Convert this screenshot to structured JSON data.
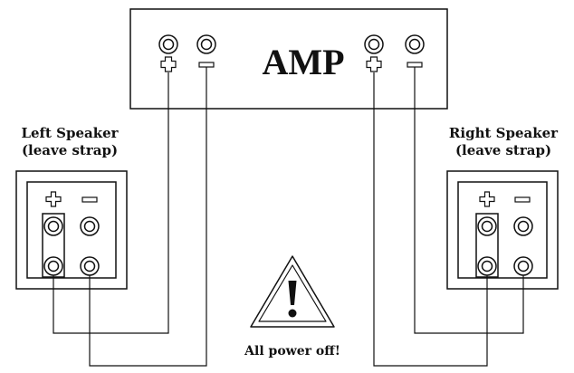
{
  "amp": {
    "label": "AMP",
    "left_channel": {
      "plus": "+",
      "minus": "−"
    },
    "right_channel": {
      "plus": "+",
      "minus": "−"
    }
  },
  "left_speaker": {
    "title": "Left Speaker",
    "note": "(leave strap)",
    "plus": "+",
    "minus": "−"
  },
  "right_speaker": {
    "title": "Right Speaker",
    "note": "(leave strap)",
    "plus": "+",
    "minus": "−"
  },
  "warning": {
    "text": "All power off!"
  },
  "colors": {
    "line": "#111111",
    "background": "#ffffff"
  }
}
